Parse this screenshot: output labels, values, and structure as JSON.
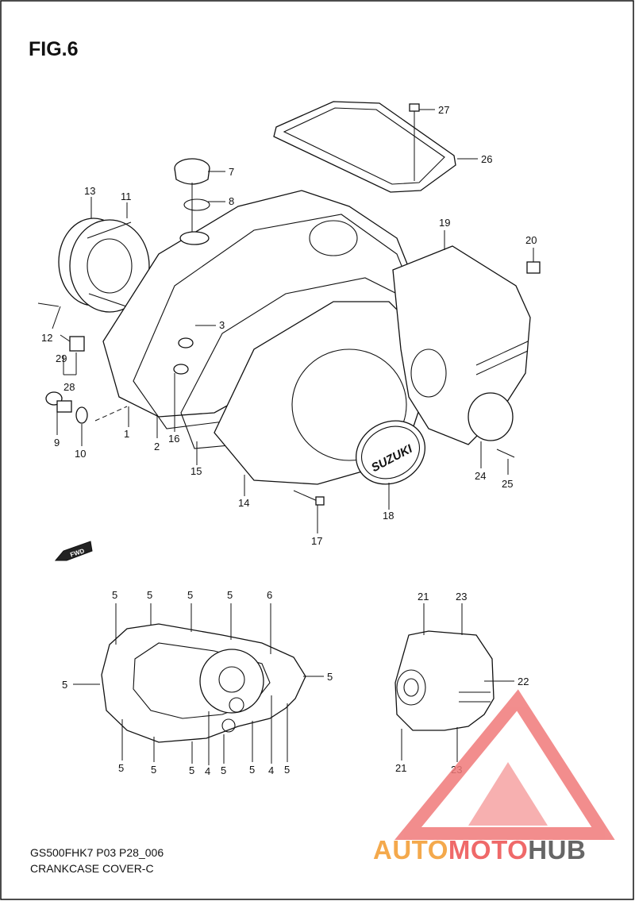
{
  "figure": {
    "title": "FIG.6"
  },
  "footer": {
    "model_code": "GS500FHK7 P03 P28_006",
    "section_name": "CRANKCASE COVER-C"
  },
  "callouts": {
    "c1": "1",
    "c2": "2",
    "c3": "3",
    "c7": "7",
    "c8": "8",
    "c9": "9",
    "c10": "10",
    "c11": "11",
    "c12": "12",
    "c13": "13",
    "c14": "14",
    "c15": "15",
    "c16": "16",
    "c17": "17",
    "c18": "18",
    "c19": "19",
    "c20": "20",
    "c24": "24",
    "c25": "25",
    "c26": "26",
    "c27": "27",
    "c28": "28",
    "c29": "29"
  },
  "lower_left": {
    "labels": [
      "5",
      "5",
      "5",
      "5",
      "6",
      "5",
      "5",
      "5",
      "5",
      "5",
      "4",
      "5",
      "5",
      "4",
      "5"
    ]
  },
  "lower_right": {
    "labels": [
      "21",
      "23",
      "22",
      "21",
      "23"
    ]
  },
  "badges": {
    "fwd": "FWD",
    "cover_logo": "SUZUKI"
  },
  "watermark": {
    "part_a": "AUTO",
    "part_b": "MOTO",
    "part_c": "HUB",
    "colors": {
      "orange": "#f4a94c",
      "red": "#ef6969",
      "gray": "#666666"
    }
  }
}
